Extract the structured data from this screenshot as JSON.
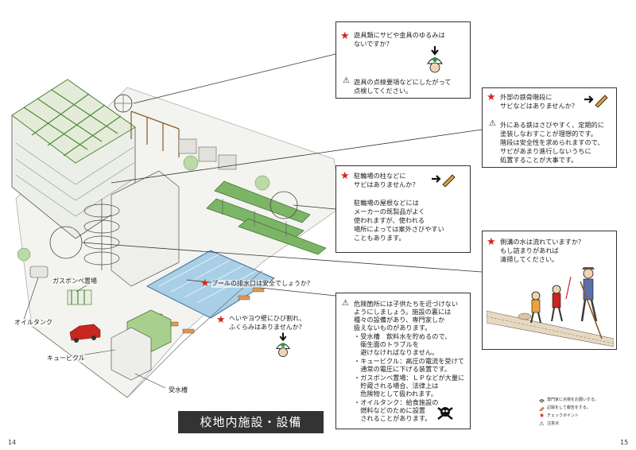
{
  "page": {
    "title": "校地内施設・設備",
    "page_left": "14",
    "page_right": "15"
  },
  "callouts": {
    "fixtures": {
      "question": [
        "遊具類にサビや金具のゆるみは",
        "ないですか？"
      ],
      "advice": [
        "遊具の点検要項などにしたがって",
        "点検してください。"
      ]
    },
    "stairs": {
      "question": [
        "外部の鉄骨階段に",
        "サビなどはありませんか？"
      ],
      "advice": [
        "外にある鉄はさびやすく、定期的に",
        "塗装しなおすことが理想的です。",
        "階段は安全性を求められますので、",
        "サビがあまり進行しないうちに",
        "処置することが大事です。"
      ]
    },
    "bikeshed": {
      "question": [
        "駐輪場の柱などに",
        "サビはありませんか？"
      ],
      "advice": [
        "駐輪場の屋根などには",
        "メーカーの既製品がよく",
        "使われますが、使われる",
        "場所によっては案外さびやすい",
        "こともあります。"
      ]
    },
    "gutter": {
      "question": [
        "側溝の水は流れていますか？",
        "もし詰まりがあれば",
        "清掃してください。"
      ]
    },
    "danger": {
      "text": [
        "危険箇所には子供たちを近づけない",
        "ようにしましょう。施設の裏には",
        "種々の設備があり、専門家しか",
        "扱えないものがあります。",
        "・受水槽　飲料水を貯めるので、",
        "　衛生面のトラブルを",
        "　避けなければなりません。",
        "・キュービクル：高圧の電流を受けて",
        "　通常の電圧に下げる装置です。",
        "・ガスボンベ置場：ＬＰなどが大量に",
        "　貯蔵される場合、法律上は",
        "　危険物として扱われます。",
        "・オイルタンク：給食施設の",
        "　燃料などのために設置",
        "　されることがあります。"
      ]
    }
  },
  "map_labels": {
    "pool_drain": "プールの排水口は安全でしょうか?",
    "wall_crack_1": "へいやヨウ壁にひび割れ、",
    "wall_crack_2": "ふくらみはありませんか?",
    "gas_cylinder": "ガスボンベ置場",
    "oil_tank": "オイルタンク",
    "cubicle": "キュービクル",
    "water_tank": "受水槽"
  },
  "legend": {
    "items": [
      "専門家に点検をお願いする。",
      "記録をして報告をする。",
      "チェックポイント",
      "注意点"
    ]
  },
  "colors": {
    "star": "#d8231b",
    "title_bg": "#333333",
    "green": "#3a8c3a",
    "water": "#a8cfe6",
    "car": "#c8261e"
  },
  "icons": [
    "star-icon",
    "warning-icon",
    "helmet-worker-icon",
    "arrow-pencil-icon",
    "skull-crossbones-icon"
  ]
}
